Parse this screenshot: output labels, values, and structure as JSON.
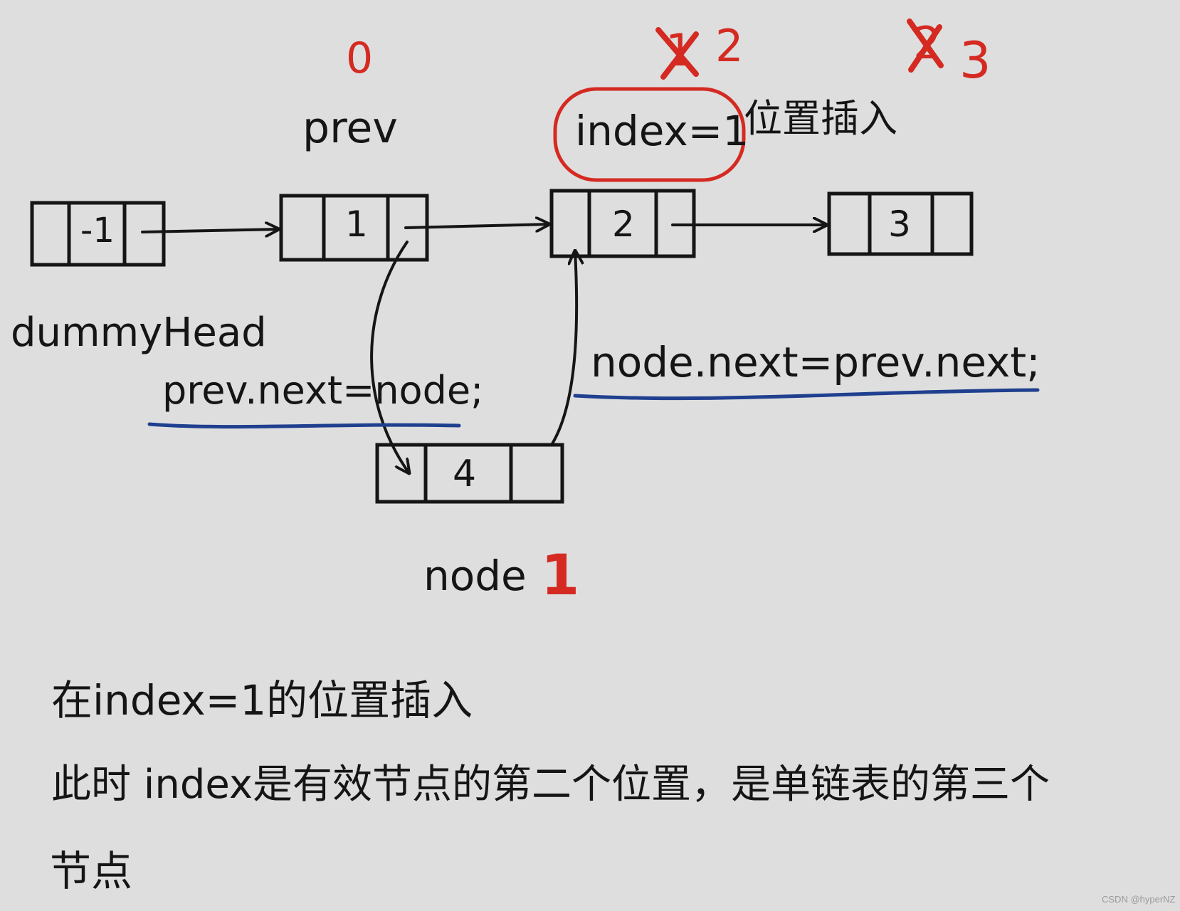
{
  "nodes": [
    {
      "id": "dummy",
      "value": "-1"
    },
    {
      "id": "n1",
      "value": "1"
    },
    {
      "id": "n2",
      "value": "2"
    },
    {
      "id": "n3",
      "value": "3"
    },
    {
      "id": "new",
      "value": "4"
    }
  ],
  "labels": {
    "prev": "prev",
    "dummy_head": "dummyHead",
    "node": "node",
    "node_index": "1"
  },
  "annotations": {
    "index_label": "index=1",
    "insert_text": "位置插入",
    "prev_index": "0",
    "n2_old_index": "1",
    "n2_new_index": "2",
    "n3_old_index": "2",
    "n3_new_index": "3"
  },
  "code": {
    "line_prev": "prev.next=node;",
    "line_node": "node.next=prev.next;"
  },
  "notes": {
    "line1": "在index=1的位置插入",
    "line2": "此时 index是有效节点的第二个位置，是单链表的第三个",
    "line3": "节点"
  },
  "watermark": "CSDN @hyperNZ",
  "colors": {
    "ink": "#151515",
    "red": "#d42a22",
    "blue": "#1f3f8f",
    "paper": "#dedede"
  }
}
